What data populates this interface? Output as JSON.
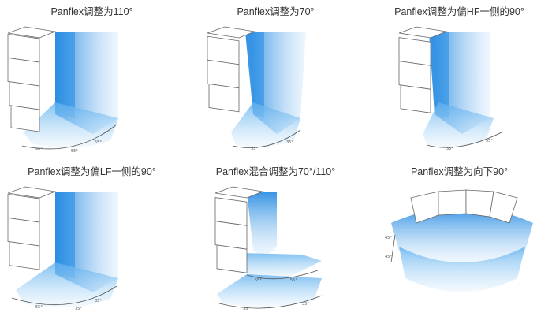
{
  "panels": [
    {
      "title": "Panflex调整为110°",
      "arc_labels": [
        "55°",
        "55°",
        "55°"
      ],
      "variant": "a"
    },
    {
      "title": "Panflex调整为70°",
      "arc_labels": [
        "35°",
        "35°"
      ],
      "variant": "b"
    },
    {
      "title": "Panflex调整为偏HF一侧的90°",
      "arc_labels": [
        "35°",
        "55°"
      ],
      "variant": "c"
    },
    {
      "title": "Panflex调整为偏LF一侧的90°",
      "arc_labels": [
        "55°",
        "35°",
        "35°"
      ],
      "variant": "d"
    },
    {
      "title": "Panflex混合调整为70°/110°",
      "arc_labels": [
        "55°",
        "55°",
        "35°",
        "35°"
      ],
      "variant": "e"
    },
    {
      "title": "Panflex调整为向下90°",
      "arc_labels": [
        "45°",
        "45°"
      ],
      "variant": "f"
    }
  ],
  "colors": {
    "beam": "#3a9be6",
    "beam_light": "#cfe6fa",
    "cabinet_line": "#555555"
  }
}
